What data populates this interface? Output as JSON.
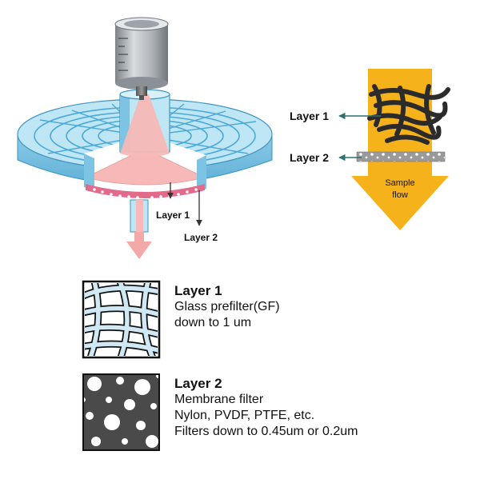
{
  "diagram": {
    "filter_labels": {
      "layer1": "Layer 1",
      "layer2": "Layer 2"
    },
    "flow_labels": {
      "layer1": "Layer 1",
      "layer2": "Layer 2",
      "arrow_line1": "Sample",
      "arrow_line2": "flow"
    }
  },
  "legend": [
    {
      "title": "Layer 1",
      "lines": [
        "Glass prefilter(GF)",
        "down to 1 um"
      ],
      "swatch": "fibers-icon"
    },
    {
      "title": "Layer 2",
      "lines": [
        "Membrane filter",
        "Nylon, PVDF, PTFE, etc.",
        "Filters down to 0.45um or 0.2um"
      ],
      "swatch": "pores-icon"
    }
  ],
  "colors": {
    "housing": "#a9dcf0",
    "housing_dark": "#5fb6dc",
    "sample_pink": "#f6b9b7",
    "membrane_pink": "#e46a8c",
    "flow_arrow": "#f5b21b",
    "pointer_teal": "#2f6f6f",
    "fiber": "#2b2b2b"
  }
}
